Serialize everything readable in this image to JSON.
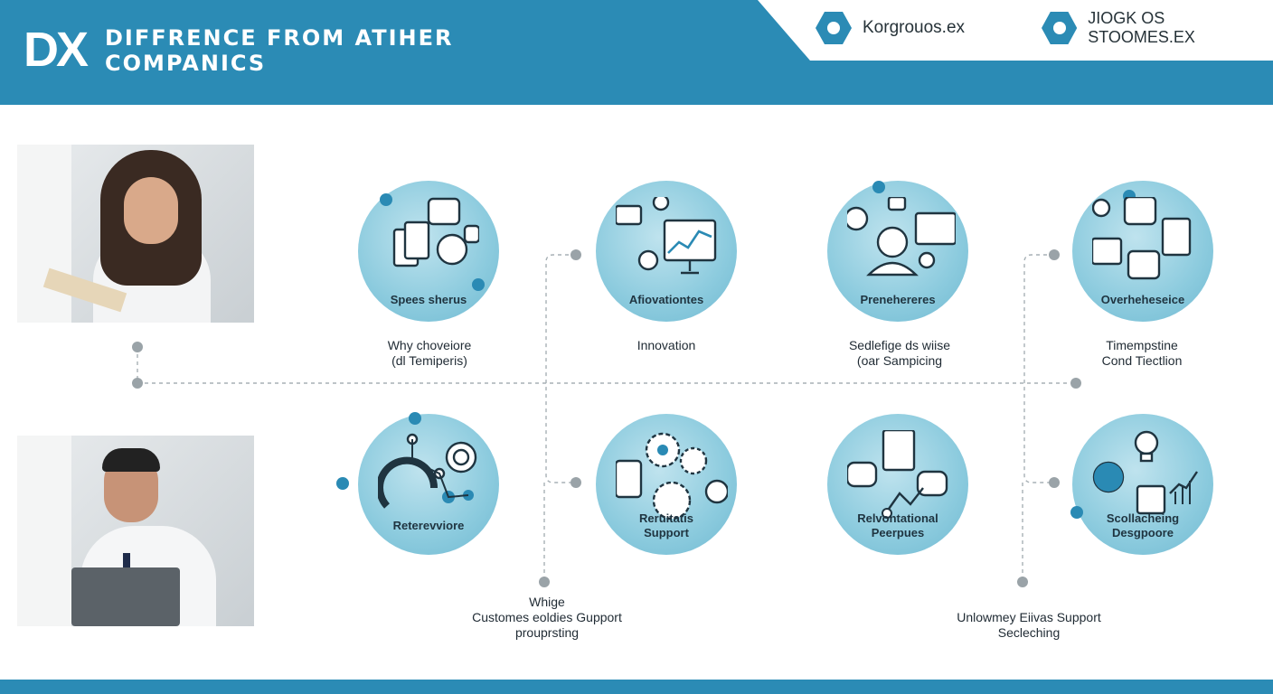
{
  "header": {
    "logo": "DX",
    "title_line1": "DIFFRENCE FROM ATIHER",
    "title_line2": "COMPANICS",
    "brand_left": "Korgrouos.ex",
    "brand_right": "JIOGK OS STOOMES.EX",
    "brand_icon": "hexagon-icon"
  },
  "colors": {
    "primary": "#2b8bb5",
    "node_fill": "#8ccbde",
    "dot_gray": "#9aa3a8"
  },
  "photos": [
    {
      "subject": "woman-reading-book"
    },
    {
      "subject": "man-at-laptop"
    }
  ],
  "nodes": [
    {
      "label_line1": "Spees sherus",
      "label_line2": "",
      "icon": "documents-chat-icon"
    },
    {
      "label_line1": "Afiovationtes",
      "label_line2": "",
      "icon": "analytics-monitor-icon"
    },
    {
      "label_line1": "Prenehereres",
      "label_line2": "",
      "icon": "person-network-icon"
    },
    {
      "label_line1": "Overheheseice",
      "label_line2": "",
      "icon": "devices-network-icon"
    },
    {
      "label_line1": "Reterevviore",
      "label_line2": "",
      "icon": "network-target-icon"
    },
    {
      "label_line1": "Reruitatis",
      "label_line2": "Support",
      "icon": "gears-ai-icon"
    },
    {
      "label_line1": "Relvontational",
      "label_line2": "Peerpues",
      "icon": "chat-document-icon"
    },
    {
      "label_line1": "Scollacheing",
      "label_line2": "Desgpoore",
      "icon": "idea-chart-icon"
    }
  ],
  "captions": {
    "top": [
      {
        "line1": "Why choveiore",
        "line2": "(dl Temiperis)"
      },
      {
        "line1": "Innovation",
        "line2": ""
      },
      {
        "line1": "Sedlefige ds wiise",
        "line2": "(oar Sampicing"
      },
      {
        "line1": "Timempstine",
        "line2": "Cond Tiectlion"
      }
    ],
    "bottom": [
      {
        "line1": "Whige",
        "line2": "Customes eoldies Gupport",
        "line3": "prouprsting"
      },
      {
        "line1": "Unlowmey Eiivas Support",
        "line2": "Secleching",
        "line3": ""
      }
    ]
  }
}
